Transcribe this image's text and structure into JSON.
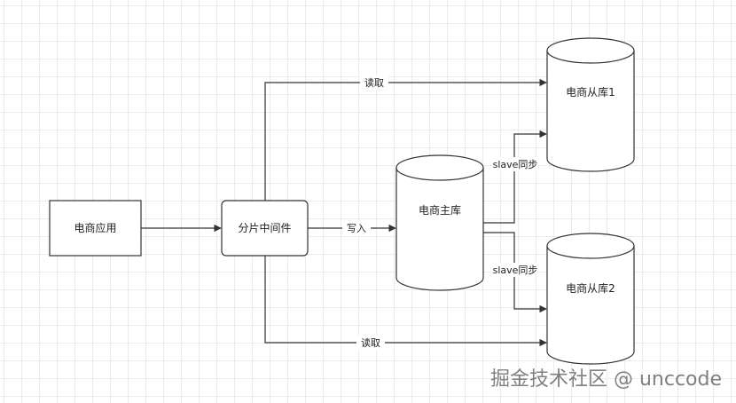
{
  "nodes": {
    "app": "电商应用",
    "middleware": "分片中间件",
    "master_db": "电商主库",
    "slave_db_1": "电商从库1",
    "slave_db_2": "电商从库2"
  },
  "edges": {
    "read_top": "读取",
    "write": "写入",
    "sync_1": "slave同步",
    "sync_2": "slave同步",
    "read_bottom": "读取"
  },
  "watermark": "掘金技术社区 @ unccode",
  "colors": {
    "stroke": "#333333",
    "fill": "#ffffff",
    "grid": "#ececec"
  }
}
